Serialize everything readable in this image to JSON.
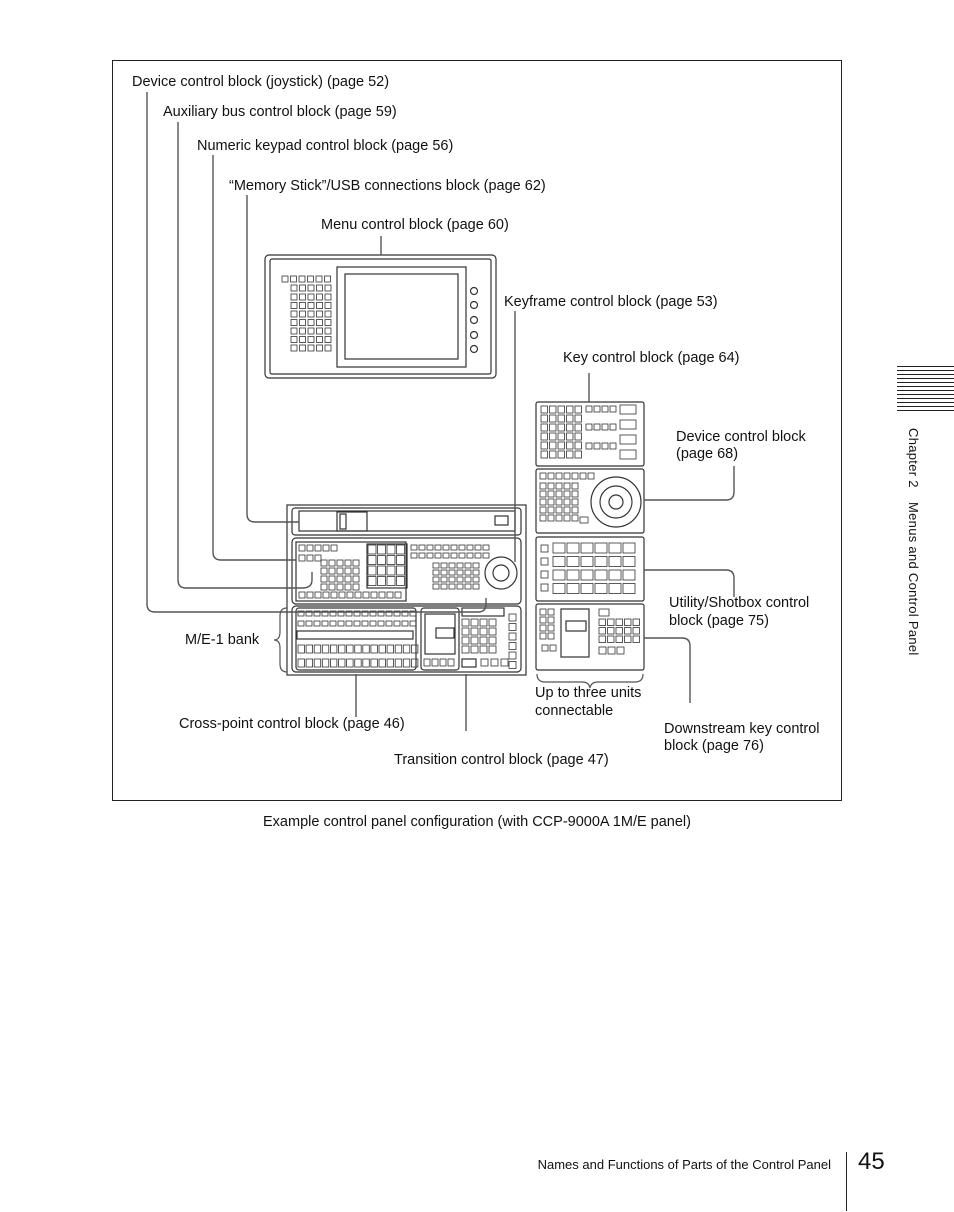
{
  "figure": {
    "labels": {
      "device_joystick": "Device control block (joystick) (page 52)",
      "aux_bus": "Auxiliary bus control block (page 59)",
      "numeric_keypad": "Numeric keypad control block (page 56)",
      "memory_stick": "“Memory Stick”/USB connections block (page 62)",
      "menu_control": "Menu control block (page 60)",
      "keyframe": "Keyframe control block (page 53)",
      "key_control": "Key control block (page 64)",
      "device_control_line1": "Device control block",
      "device_control_line2": "(page 68)",
      "utility_line1": "Utility/Shotbox control",
      "utility_line2": "block (page 75)",
      "me1_bank": "M/E-1 bank",
      "up_to_three_line1": "Up to three units",
      "up_to_three_line2": "connectable",
      "downstream_line1": "Downstream key control",
      "downstream_line2": "block (page 76)",
      "cross_point": "Cross-point control block (page 46)",
      "transition": "Transition control block (page 47)"
    },
    "caption": "Example control panel configuration (with CCP-9000A 1M/E panel)"
  },
  "sidebar": {
    "chapter": "Chapter 2",
    "section": "Menus and Control Panel"
  },
  "footer": {
    "title": "Names and Functions of Parts of the Control Panel",
    "page_number": "45"
  }
}
